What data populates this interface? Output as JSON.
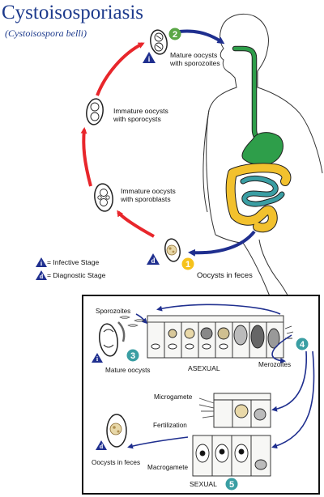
{
  "header": {
    "title": "Cystoisosporiasis",
    "subtitle": "(Cystoisospora belli)"
  },
  "labels": {
    "mature_oocysts_sporozoites_line1": "Mature oocysts",
    "mature_oocysts_sporozoites_line2": "with sporozoites",
    "immature_sporocysts_line1": "Immature oocysts",
    "immature_sporocysts_line2": "with sporocysts",
    "immature_sporoblasts_line1": "Immature oocysts",
    "immature_sporoblasts_line2": "with sporoblasts",
    "oocysts_in_feces": "Oocysts in feces",
    "sporozoites": "Sporozoites",
    "mature_oocysts": "Mature oocysts",
    "asexual": "ASEXUAL",
    "merozoites": "Merozoites",
    "microgamete": "Microgamete",
    "fertilization": "Fertilization",
    "oocysts_in_feces_inset": "Oocysts in feces",
    "macrogamete": "Macrogamete",
    "sexual": "SEXUAL"
  },
  "legend": {
    "infective": "= Infective Stage",
    "diagnostic": "= Diagnostic Stage"
  },
  "markers": {
    "infective_letter": "i",
    "diagnostic_letter": "d",
    "steps": [
      "1",
      "2",
      "3",
      "4",
      "5"
    ]
  },
  "colors": {
    "title": "#1d3a8c",
    "cycle_arrow_red": "#e8262b",
    "cycle_arrow_blue": "#1f2f8f",
    "stage_1_circle": "#f6c21b",
    "stage_2_circle": "#5aa646",
    "stage_3_5_circle": "#3a9ea3",
    "esophagus_stomach": "#2e9e4a",
    "small_intestine": "#3a9ea3",
    "large_intestine": "#f2c12e"
  }
}
